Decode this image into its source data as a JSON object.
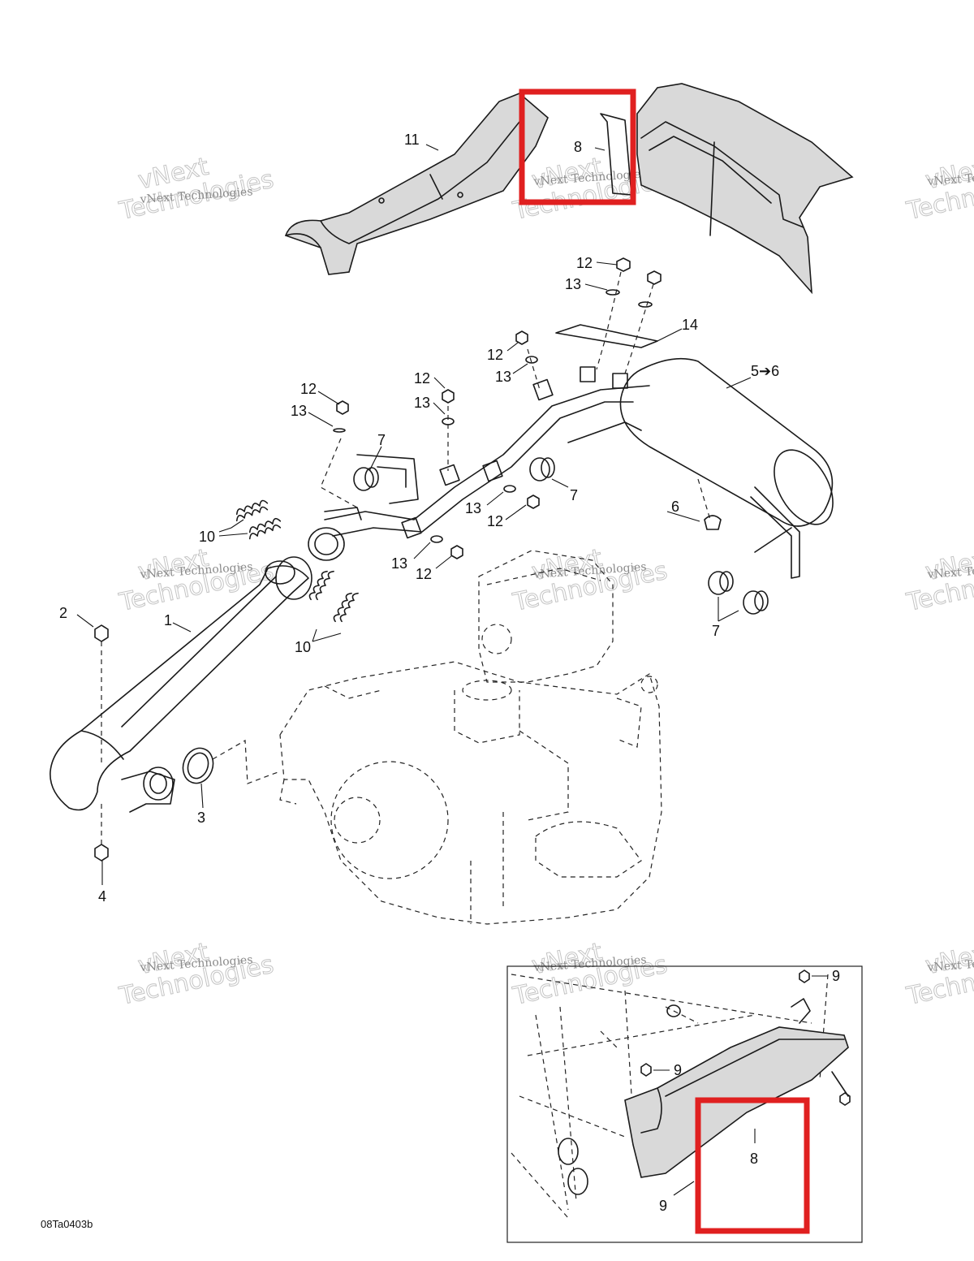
{
  "diagram_code": "08Ta0403b",
  "watermark": {
    "line1": "vNext",
    "line2": "Technologies",
    "small": "vNext Technologies"
  },
  "callouts": {
    "c1": "1",
    "c2": "2",
    "c3": "3",
    "c4": "4",
    "c56": "5➔6",
    "c6": "6",
    "c7a": "7",
    "c7b": "7",
    "c7c": "7",
    "c8top": "8",
    "c8inset": "8",
    "c9a": "9",
    "c9b": "9",
    "c9c": "9",
    "c10a": "10",
    "c10b": "10",
    "c11": "11",
    "c12a": "12",
    "c12b": "12",
    "c12c": "12",
    "c12d": "12",
    "c12e": "12",
    "c12f": "12",
    "c13a": "13",
    "c13b": "13",
    "c13c": "13",
    "c13d": "13",
    "c13e": "13",
    "c13f": "13",
    "c14": "14"
  },
  "highlight_color": "#e02020"
}
